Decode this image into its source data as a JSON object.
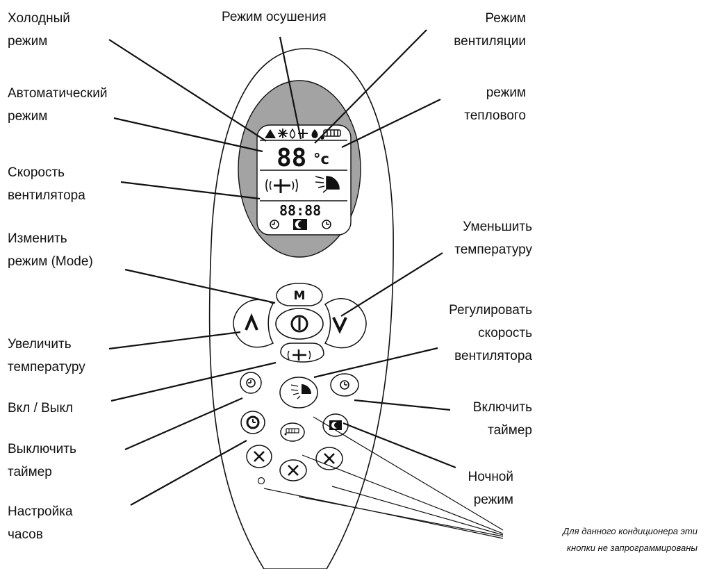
{
  "labels": {
    "cold": [
      "Холодный",
      "режим"
    ],
    "auto": [
      "Автоматический",
      "режим"
    ],
    "fan_speed": [
      "Скорость",
      "вентилятора"
    ],
    "change_mode": [
      "Изменить",
      "режим (Mode)"
    ],
    "increase": [
      "Увеличить",
      "температуру"
    ],
    "onoff": [
      "Вкл / Выкл"
    ],
    "timer_off": [
      "Выключить",
      "таймер"
    ],
    "clock": [
      "Настройка",
      "часов"
    ],
    "dry": [
      "Режим осушения"
    ],
    "vent": [
      "Режим",
      "вентиляции"
    ],
    "heat": [
      "режим",
      "теплового"
    ],
    "decrease": [
      "Уменьшить",
      "температуру"
    ],
    "adjust_fan": [
      "Регулировать",
      "скорость",
      "вентилятора"
    ],
    "timer_on": [
      "Включить",
      "таймер"
    ],
    "night": [
      "Ночной",
      "режим"
    ],
    "note": [
      "Для данного кондиционера эти",
      "кнопки не запрограммированы"
    ]
  },
  "display": {
    "temp": "88",
    "unit": "°c",
    "clock": "88:88"
  },
  "buttons": {
    "mode": "M",
    "up": "Λ",
    "down": "V",
    "power": "⏻",
    "x": "✕"
  },
  "colors": {
    "remote_body": "#ffffff",
    "screen_surround": "#a3a3a3",
    "lcd": "#ffffff",
    "stroke": "#111111"
  },
  "icons": [
    "auto-mode-icon",
    "snowflake-icon",
    "drop-icon",
    "fan-blade-icon",
    "flame-icon",
    "heater-icon",
    "moon-icon",
    "clock-icon"
  ]
}
